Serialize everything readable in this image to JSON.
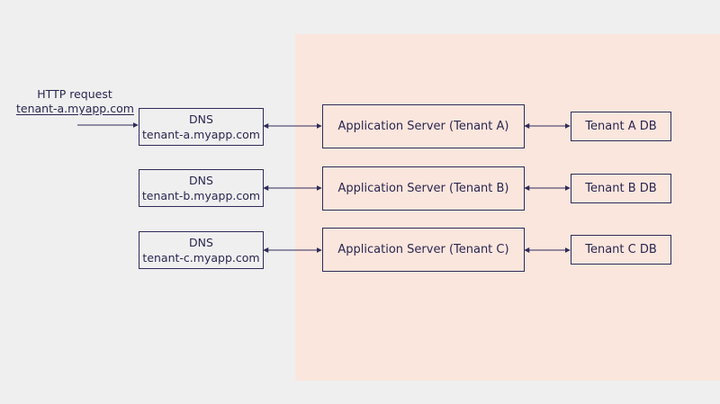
{
  "request": {
    "label": "HTTP request",
    "domain": "tenant-a.myapp.com"
  },
  "rows": [
    {
      "dns_title": "DNS",
      "dns_host": "tenant-a.myapp.com",
      "app_label": "Application Server (Tenant A)",
      "db_label": "Tenant A DB"
    },
    {
      "dns_title": "DNS",
      "dns_host": "tenant-b.myapp.com",
      "app_label": "Application Server (Tenant B)",
      "db_label": "Tenant B DB"
    },
    {
      "dns_title": "DNS",
      "dns_host": "tenant-c.myapp.com",
      "app_label": "Application Server (Tenant C)",
      "db_label": "Tenant C DB"
    }
  ],
  "colors": {
    "background": "#efefef",
    "panel": "#fbe6dd",
    "stroke": "#2f2b5a"
  }
}
